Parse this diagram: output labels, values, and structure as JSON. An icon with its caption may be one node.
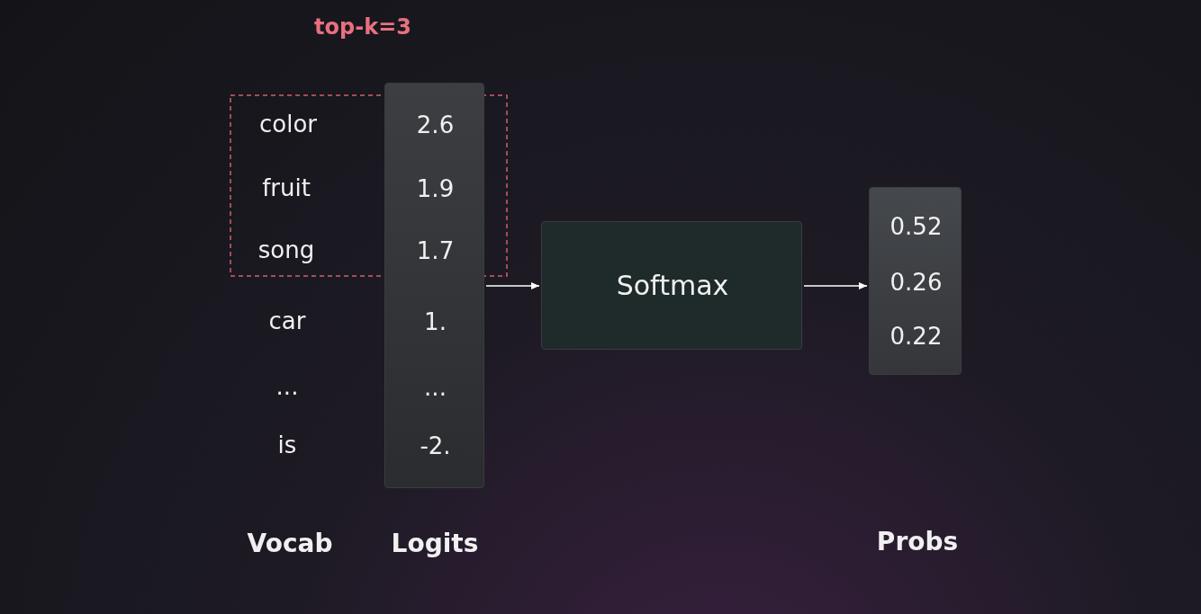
{
  "diagram": {
    "nodes": [
      {
        "text": [
          "2.6",
          "1.9",
          "1.7",
          "1.",
          "...",
          "-2."
        ],
        "beside": [
          "Logits"
        ]
      },
      {
        "text": [
          "Softmax"
        ]
      },
      {
        "text": [
          "0.52",
          "0.26",
          "0.22"
        ]
      }
    ],
    "edges": [
      {
        "from": 0,
        "to": 1,
        "arrow": "to"
      },
      {
        "from": 1,
        "to": 2,
        "arrow": "to"
      }
    ],
    "labels": [
      "top-k=3",
      "color",
      "fruit",
      "song",
      "car",
      "...",
      "is",
      "Vocab",
      "Probs"
    ]
  }
}
